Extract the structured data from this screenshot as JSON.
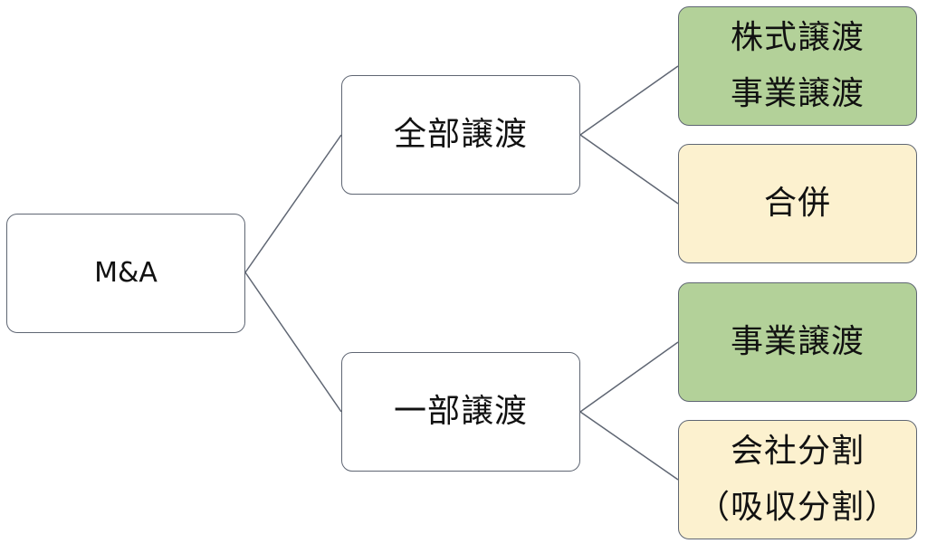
{
  "diagram": {
    "root": {
      "label": "M&A"
    },
    "branches": [
      {
        "label": "全部譲渡",
        "leaves": [
          {
            "lines": [
              "株式譲渡",
              "事業譲渡"
            ],
            "color": "#b3d199"
          },
          {
            "lines": [
              "合併"
            ],
            "color": "#fcf1cf"
          }
        ]
      },
      {
        "label": "一部譲渡",
        "leaves": [
          {
            "lines": [
              "事業譲渡"
            ],
            "color": "#b3d199"
          },
          {
            "lines": [
              "会社分割",
              "（吸収分割）"
            ],
            "color": "#fcf1cf"
          }
        ]
      }
    ],
    "colors": {
      "node_fill": "#ffffff",
      "border": "#5f6673",
      "connector": "#5f6673",
      "text": "#111111"
    }
  }
}
